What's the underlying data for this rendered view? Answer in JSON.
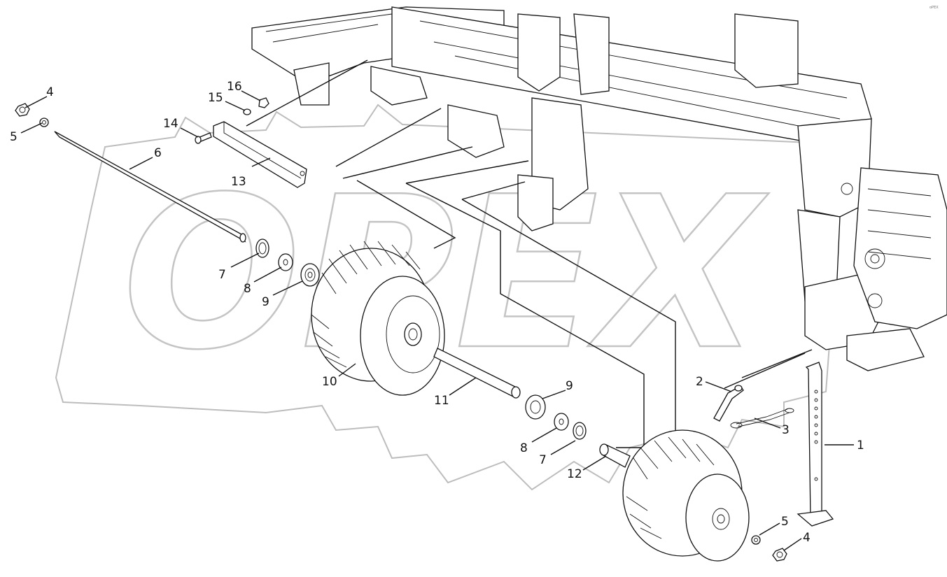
{
  "diagram": {
    "watermark": "OPEX",
    "corner_id": "oPEX",
    "callouts": [
      "1",
      "2",
      "3",
      "4",
      "5",
      "6",
      "7",
      "8",
      "9",
      "10",
      "11",
      "12",
      "13",
      "14",
      "15",
      "16"
    ],
    "callouts_repeated": {
      "4b": "4",
      "5b": "5",
      "7b": "7",
      "8b": "8",
      "9b": "9"
    }
  }
}
